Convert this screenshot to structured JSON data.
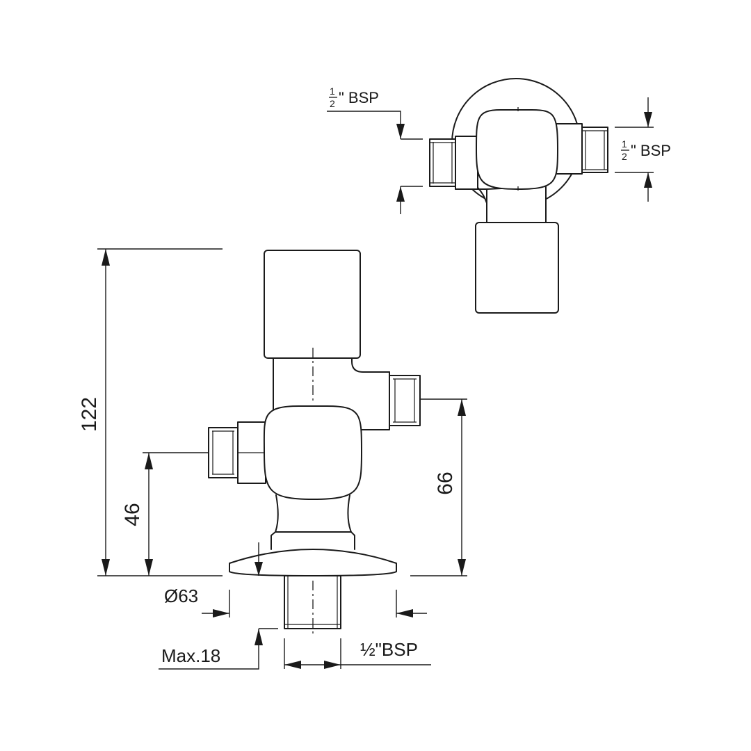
{
  "dimensions": {
    "overall_height": "122",
    "inlet_height": "46",
    "outlet_height": "66",
    "flange_diameter": "Ø63",
    "max_depth": "Max.18"
  },
  "threads": {
    "bottom_thread": "½\"BSP",
    "top_left_fraction_num": "1",
    "top_left_fraction_den": "2",
    "top_left_suffix": "\" BSP",
    "top_right_fraction_num": "1",
    "top_right_fraction_den": "2",
    "top_right_suffix": "\" BSP"
  }
}
